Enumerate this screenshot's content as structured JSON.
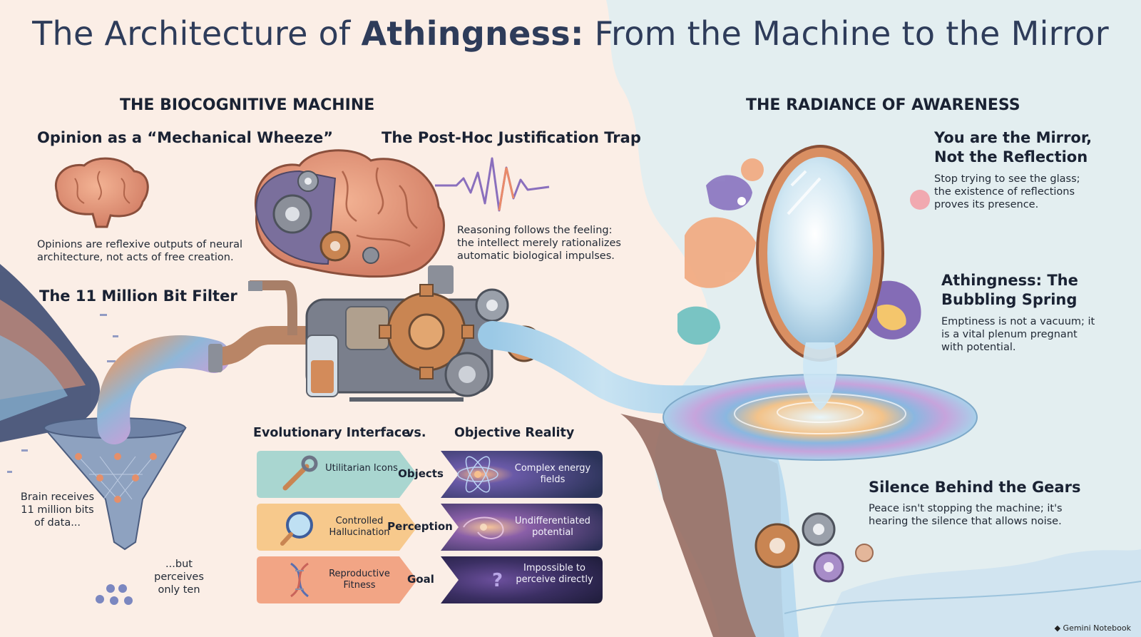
{
  "title": {
    "prefix": "The Architecture of ",
    "emphasis": "Athingness:",
    "suffix": " From the Machine to the Mirror"
  },
  "left_section": {
    "heading": "THE BIOCOGNITIVE MACHINE",
    "opinion": {
      "heading": "Opinion as a “Mechanical Wheeze”",
      "body": "Opinions are reflexive outputs of neural architecture, not acts of free creation."
    },
    "posthoc": {
      "heading": "The Post-Hoc Justification Trap",
      "body": "Reasoning follows the feeling: the intellect merely rationalizes automatic biological impulses."
    },
    "filter": {
      "heading": "The 11 Million Bit Filter",
      "input_caption": "Brain receives 11 million bits of data...",
      "output_caption": "...but perceives only ten"
    }
  },
  "comparison": {
    "left_header": "Evolutionary Interface",
    "vs": "vs.",
    "right_header": "Objective Reality",
    "rows": [
      {
        "left": "Utilitarian Icons",
        "middle": "Objects",
        "right": "Complex energy fields",
        "left_color": "#a9d6d0",
        "icon": "wrench-icon"
      },
      {
        "left": "Controlled Hallucination",
        "middle": "Perception",
        "right": "Undifferentiated potential",
        "left_color": "#f7c98c",
        "icon": "magnifier-icon"
      },
      {
        "left": "Reproductive Fitness",
        "middle": "Goal",
        "right": "Impossible to perceive directly",
        "left_color": "#f2a585",
        "icon": "dna-icon"
      }
    ]
  },
  "right_section": {
    "heading": "THE RADIANCE OF AWARENESS",
    "mirror": {
      "heading": "You are the Mirror, Not the Reflection",
      "body": "Stop trying to see the glass; the existence of reflections proves its presence."
    },
    "athingness": {
      "heading": "Athingness: The Bubbling Spring",
      "body": "Emptiness is not a vacuum; it is a vital plenum pregnant with potential."
    },
    "silence": {
      "heading": "Silence Behind the Gears",
      "body": "Peace isn't stopping the machine; it's hearing the silence that allows noise."
    }
  },
  "brand": "Gemini Notebook",
  "colors": {
    "left_background": "#fbeee6",
    "right_background": "#e3eef0",
    "title": "#2e3c5a"
  }
}
